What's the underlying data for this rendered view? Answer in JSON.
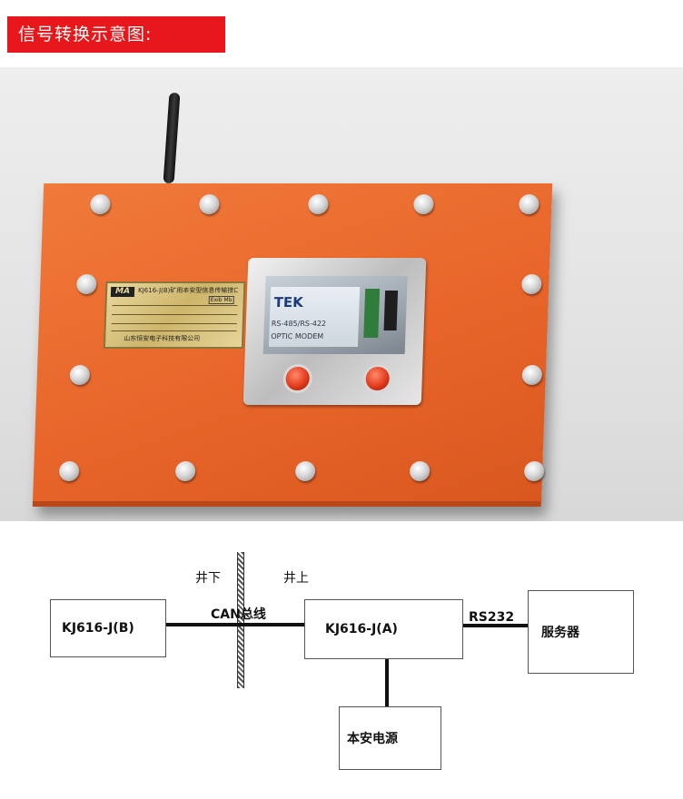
{
  "header": {
    "title": "信号转换示意图:"
  },
  "photo": {
    "module_brand": "TEK",
    "module_line1": "RS-485/RS-422",
    "module_line2": "OPTIC MODEM",
    "plate_badge": "MA",
    "plate_model": "KJ616-J(B)矿用本安型信息传输接口",
    "plate_ex": "Exib Mb",
    "plate_maker": "山东恒安电子科技有限公司"
  },
  "diagram": {
    "underground_label": "井下",
    "surface_label": "井上",
    "can_bus_label": "CAN总线",
    "rs232_label": "RS232",
    "node_b": "KJ616-J(B)",
    "node_a": "KJ616-J(A)",
    "server": "服务器",
    "power": "本安电源"
  }
}
